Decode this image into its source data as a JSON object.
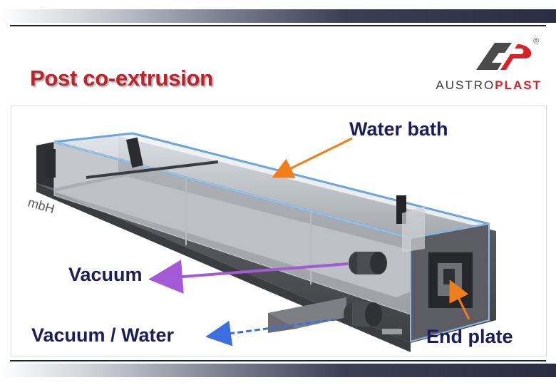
{
  "slide": {
    "title": "Post co-extrusion"
  },
  "logo": {
    "brand_left": "AUSTRO",
    "brand_right": "PLAST",
    "registered": "®"
  },
  "image": {
    "machine_text": "mbH",
    "labels": {
      "water_bath": "Water bath",
      "vacuum": "Vacuum",
      "vacuum_water": "Vacuum / Water",
      "end_plate": "End plate"
    }
  },
  "colors": {
    "title": "#b9252c",
    "label": "#1c1e55",
    "arrow_water_bath": "#f07f1b",
    "arrow_vacuum": "#a45ad6",
    "arrow_vacuum_water": "#3b6fe0",
    "arrow_end_plate": "#f07f1b",
    "brand_red": "#d82128"
  }
}
